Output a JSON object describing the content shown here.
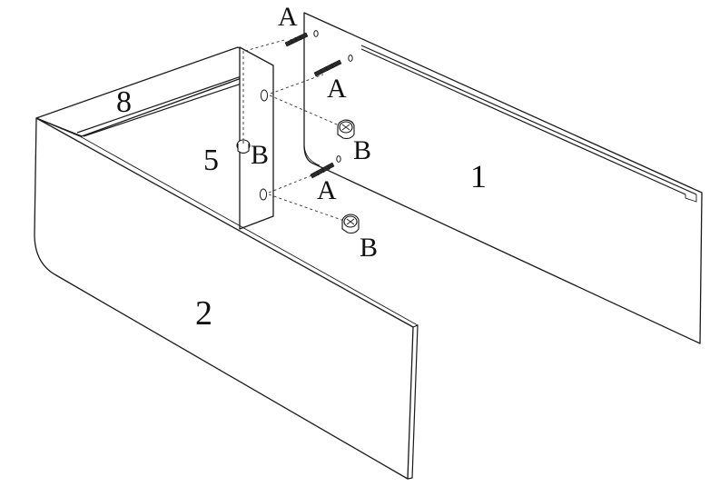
{
  "diagram": {
    "panel_labels": {
      "panel_1": "1",
      "panel_2": "2",
      "panel_5": "5",
      "panel_8": "8"
    },
    "hardware_labels": {
      "dowel_a_top": "A",
      "dowel_a_middle": "A",
      "dowel_a_bottom": "A",
      "cam_b_left": "B",
      "cam_b_upper": "B",
      "cam_b_lower": "B"
    }
  }
}
